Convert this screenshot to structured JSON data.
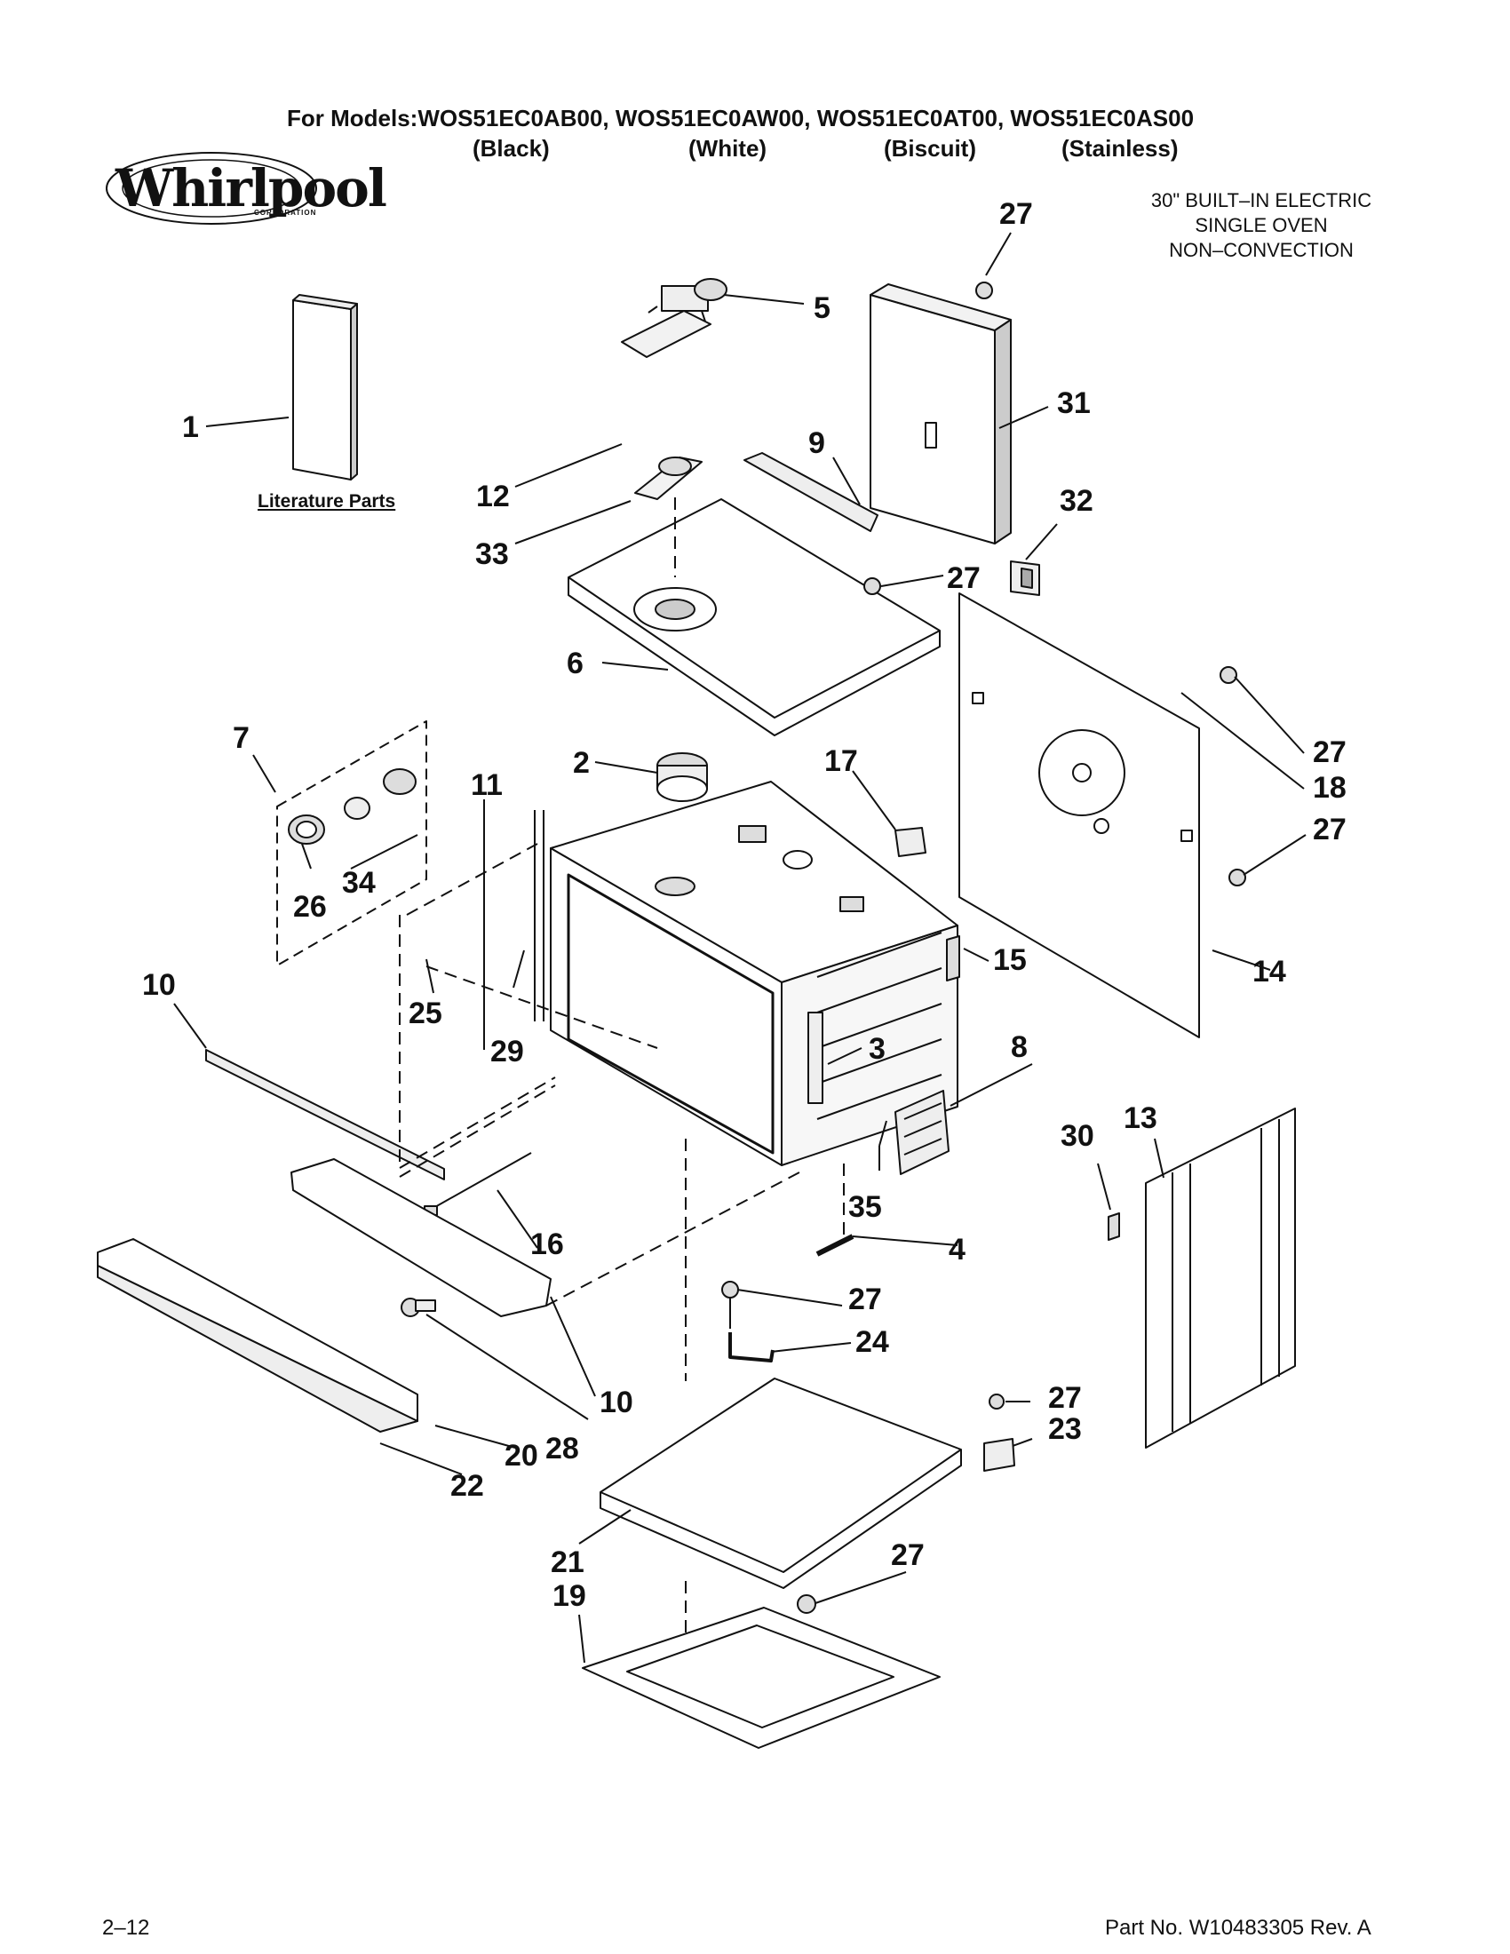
{
  "header": {
    "models_line": "For Models:WOS51EC0AB00, WOS51EC0AW00, WOS51EC0AT00, WOS51EC0AS00",
    "colors": [
      "(Black)",
      "(White)",
      "(Biscuit)",
      "(Stainless)"
    ]
  },
  "brand": {
    "name": "Whirlpool",
    "sub": "CORPORATION"
  },
  "description": [
    "30\" BUILT–IN ELECTRIC",
    "SINGLE OVEN",
    "NON–CONVECTION"
  ],
  "literature_label": "Literature Parts",
  "callouts": [
    "1",
    "2",
    "3",
    "4",
    "5",
    "6",
    "7",
    "8",
    "9",
    "10",
    "10",
    "11",
    "12",
    "13",
    "14",
    "15",
    "16",
    "17",
    "18",
    "19",
    "20",
    "21",
    "22",
    "23",
    "24",
    "25",
    "26",
    "27",
    "27",
    "27",
    "27",
    "27",
    "27",
    "27",
    "28",
    "29",
    "30",
    "31",
    "32",
    "33",
    "34",
    "35"
  ],
  "footer": {
    "page": "2–12",
    "part_no": "Part No. W10483305 Rev. A"
  }
}
